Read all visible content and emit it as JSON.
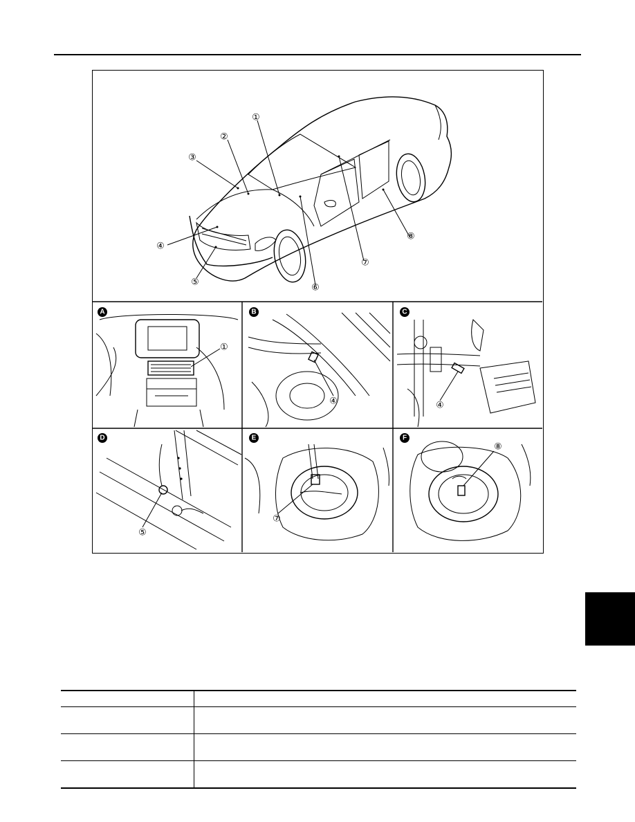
{
  "figure": {
    "callouts": [
      {
        "id": "1",
        "label": "①"
      },
      {
        "id": "2",
        "label": "②"
      },
      {
        "id": "3",
        "label": "③"
      },
      {
        "id": "4",
        "label": "④"
      },
      {
        "id": "5",
        "label": "⑤"
      },
      {
        "id": "6",
        "label": "⑥"
      },
      {
        "id": "7",
        "label": "⑦"
      },
      {
        "id": "8",
        "label": "⑧"
      }
    ],
    "panels": [
      {
        "letter": "A",
        "callout": "①"
      },
      {
        "letter": "B",
        "callout": "④"
      },
      {
        "letter": "C",
        "callout": "④"
      },
      {
        "letter": "D",
        "callout": "⑤"
      },
      {
        "letter": "E",
        "callout": "⑦"
      },
      {
        "letter": "F",
        "callout": "⑧"
      }
    ]
  },
  "table": {
    "rows": [
      {
        "c1": "",
        "c2": ""
      },
      {
        "c1": "",
        "c2": ""
      },
      {
        "c1": "",
        "c2": ""
      },
      {
        "c1": "",
        "c2": ""
      }
    ]
  },
  "colors": {
    "ink": "#000000",
    "paper": "#ffffff"
  }
}
